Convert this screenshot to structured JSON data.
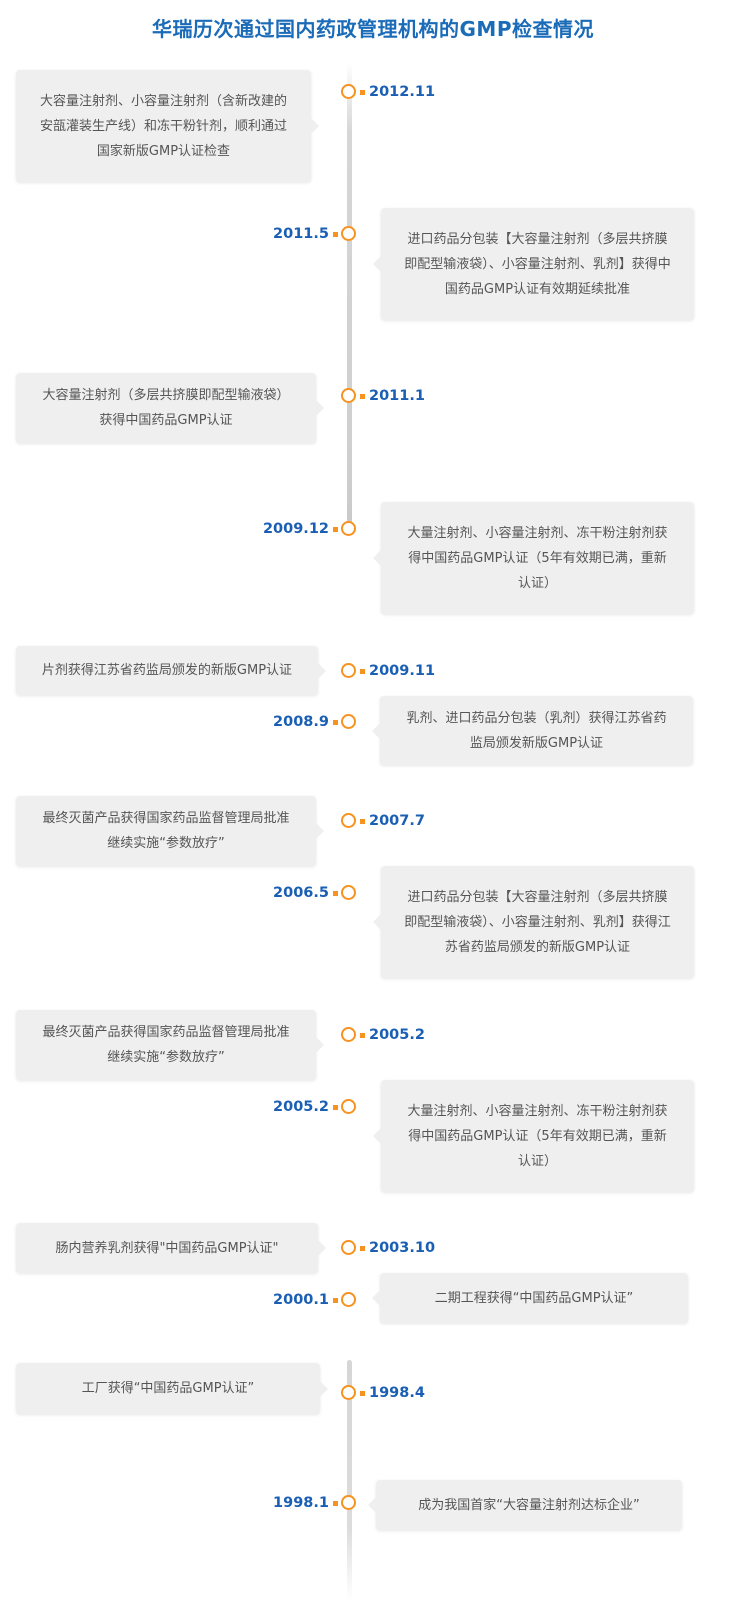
{
  "page": {
    "title": "华瑞历次通过国内药政管理机构的GMP检查情况"
  },
  "colors": {
    "title": "#1a6bb8",
    "date": "#1a5fb4",
    "accent": "#f7921e",
    "card_bg": "#efefef",
    "card_text": "#555555"
  },
  "timeline": [
    {
      "date": "2012.11",
      "side": "left",
      "text": "大容量注射剂、小容量注射剂（含新改建的安瓿灌装生产线）和冻干粉针剂，顺利通过国家新版GMP认证检查"
    },
    {
      "date": "2011.5",
      "side": "right",
      "text": "进口药品分包装【大容量注射剂（多层共挤膜即配型输液袋）、小容量注射剂、乳剂】获得中国药品GMP认证有效期延续批准"
    },
    {
      "date": "2011.1",
      "side": "left",
      "text": "大容量注射剂（多层共挤膜即配型输液袋）获得中国药品GMP认证"
    },
    {
      "date": "2009.12",
      "side": "right",
      "text": "大量注射剂、小容量注射剂、冻干粉注射剂获得中国药品GMP认证（5年有效期已满，重新认证）"
    },
    {
      "date": "2009.11",
      "side": "left",
      "text": "片剂获得江苏省药监局颁发的新版GMP认证"
    },
    {
      "date": "2008.9",
      "side": "right",
      "text": "乳剂、进口药品分包装（乳剂）获得江苏省药监局颁发新版GMP认证"
    },
    {
      "date": "2007.7",
      "side": "left",
      "text": "最终灭菌产品获得国家药品监督管理局批准继续实施“参数放疗”"
    },
    {
      "date": "2006.5",
      "side": "right",
      "text": "进口药品分包装【大容量注射剂（多层共挤膜即配型输液袋）、小容量注射剂、乳剂】获得江苏省药监局颁发的新版GMP认证"
    },
    {
      "date": "2005.2",
      "side": "left",
      "text": "最终灭菌产品获得国家药品监督管理局批准继续实施“参数放疗”"
    },
    {
      "date": "2005.2",
      "side": "right",
      "text": "大量注射剂、小容量注射剂、冻干粉注射剂获得中国药品GMP认证（5年有效期已满，重新认证）"
    },
    {
      "date": "2003.10",
      "side": "left",
      "text": "肠内营养乳剂获得\"中国药品GMP认证\""
    },
    {
      "date": "2000.1",
      "side": "right",
      "text": "二期工程获得“中国药品GMP认证”"
    },
    {
      "date": "1998.4",
      "side": "left",
      "text": "工厂获得“中国药品GMP认证”"
    },
    {
      "date": "1998.1",
      "side": "right",
      "text": "成为我国首家“大容量注射剂达标企业”"
    }
  ]
}
